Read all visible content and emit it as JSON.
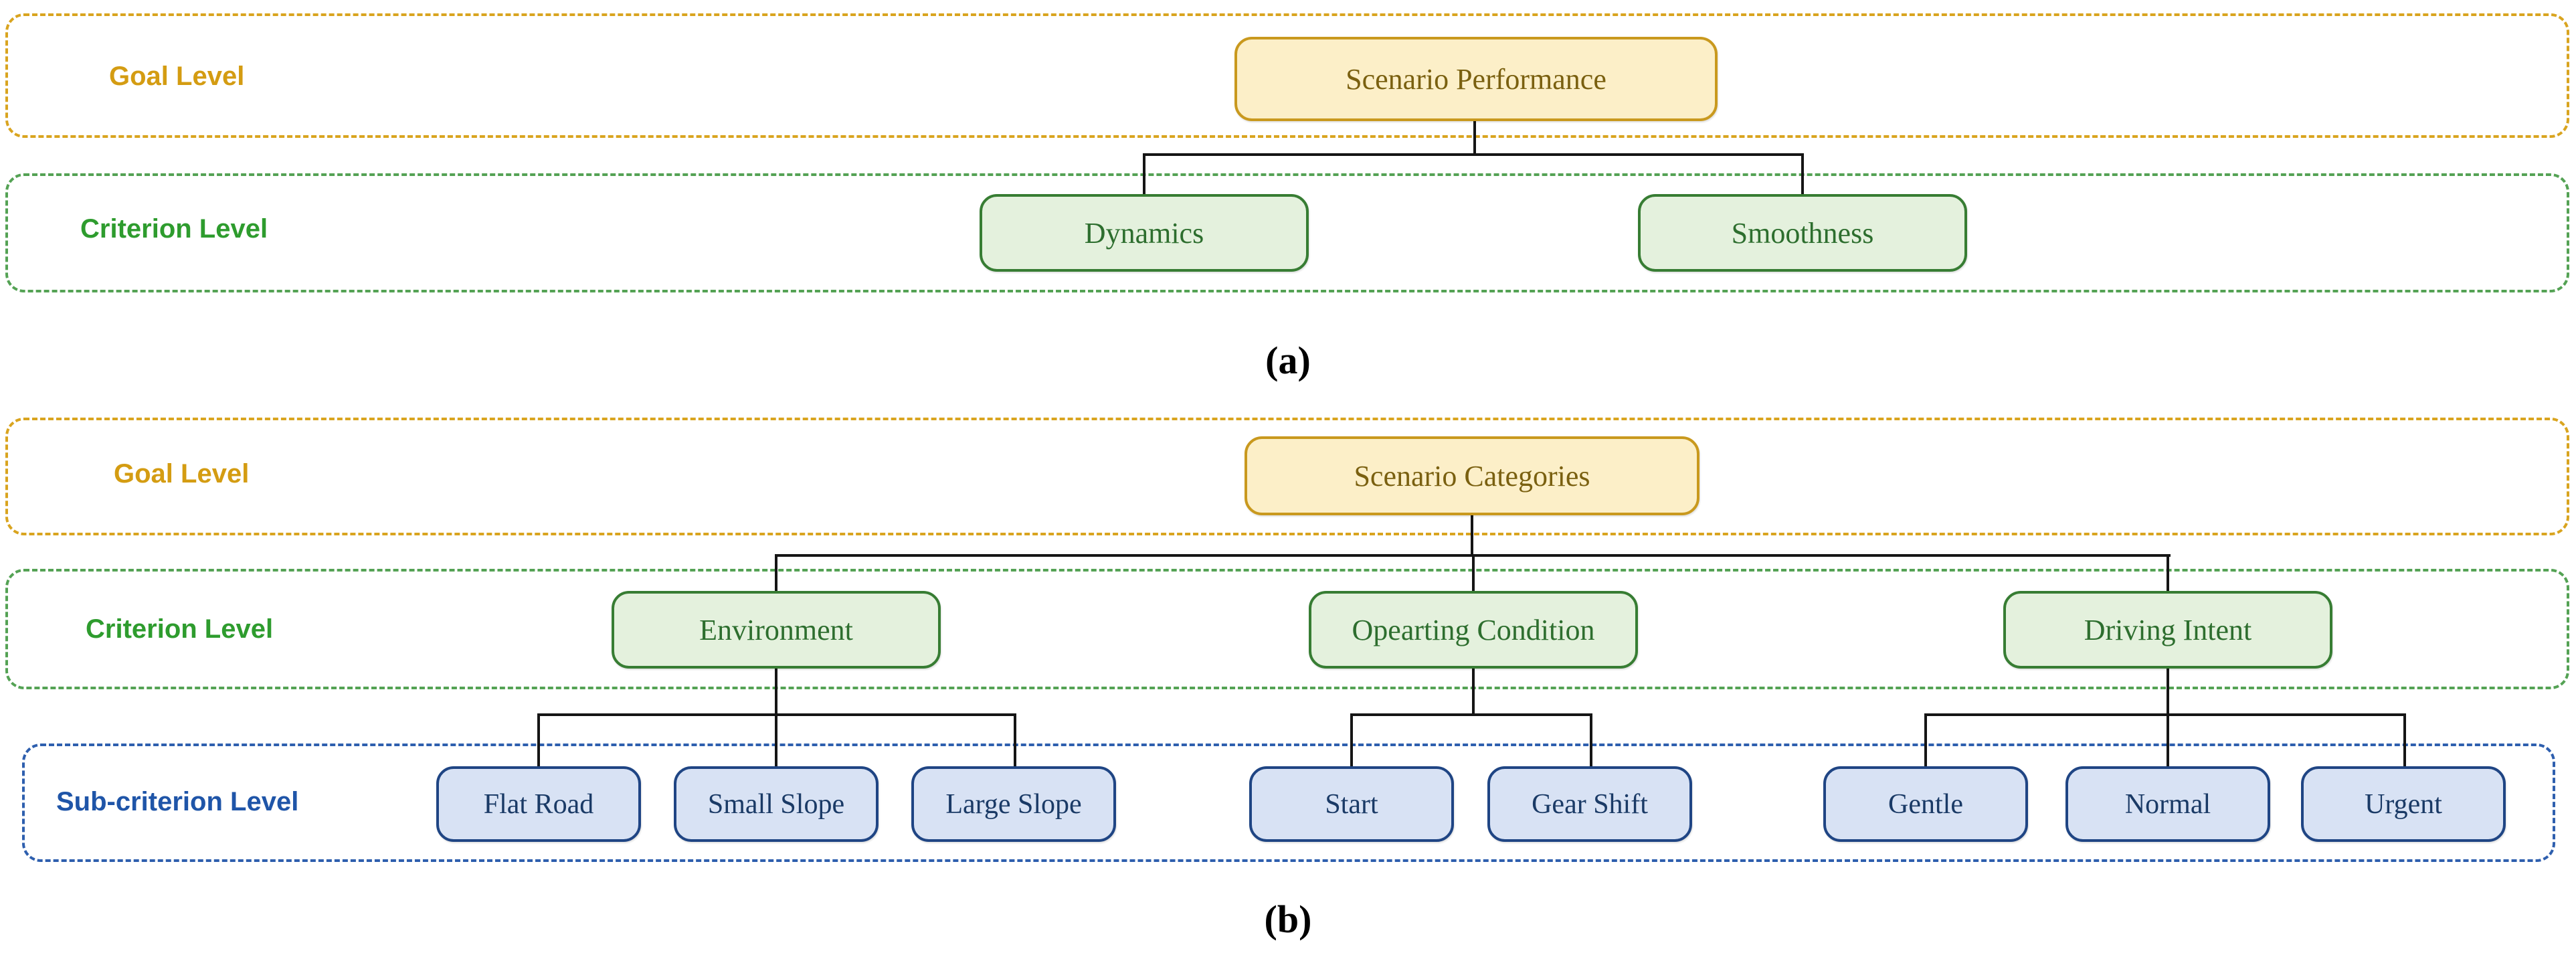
{
  "figure": {
    "caption_a": "(a)",
    "caption_b": "(b)"
  },
  "colors": {
    "goal_band_dash": "#d9a41f",
    "goal_label": "#d49c12",
    "goal_node_fill": "#fcefc8",
    "goal_node_border": "#c9991e",
    "goal_node_text": "#7a6010",
    "criterion_band_dash": "#54a254",
    "criterion_label": "#2e9c2e",
    "criterion_node_fill": "#e4f1dd",
    "criterion_node_border": "#377d33",
    "criterion_node_text": "#2d6e2e",
    "subcriterion_band_dash": "#2e5fae",
    "subcriterion_label": "#1f55a8",
    "subcriterion_node_fill": "#d8e2f4",
    "subcriterion_node_border": "#1f4584",
    "subcriterion_node_text": "#1a3a66",
    "connector": "#151515"
  },
  "panel_a": {
    "levels": [
      {
        "label": "Goal Level"
      },
      {
        "label": "Criterion Level"
      }
    ],
    "goal": {
      "label": "Scenario Performance"
    },
    "criteria": [
      {
        "label": "Dynamics"
      },
      {
        "label": "Smoothness"
      }
    ]
  },
  "panel_b": {
    "levels": [
      {
        "label": "Goal Level"
      },
      {
        "label": "Criterion Level"
      },
      {
        "label": "Sub-criterion Level"
      }
    ],
    "goal": {
      "label": "Scenario Categories"
    },
    "criteria": [
      {
        "label": "Environment"
      },
      {
        "label": "Opearting Condition"
      },
      {
        "label": "Driving Intent"
      }
    ],
    "subcriteria": [
      {
        "label": "Flat Road"
      },
      {
        "label": "Small Slope"
      },
      {
        "label": "Large Slope"
      },
      {
        "label": "Start"
      },
      {
        "label": "Gear Shift"
      },
      {
        "label": "Gentle"
      },
      {
        "label": "Normal"
      },
      {
        "label": "Urgent"
      }
    ]
  }
}
